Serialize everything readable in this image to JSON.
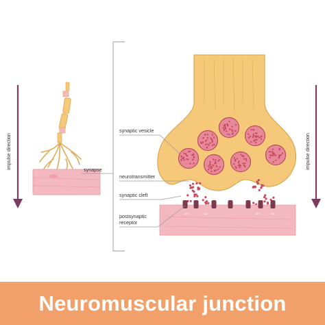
{
  "title": "Neuromuscular junction",
  "labels": {
    "synapse": "synapse",
    "synaptic_vesicle": "synaptic vesicle",
    "neurotransmitter": "neurotransmitter",
    "synaptic_cleft": "synaptic cleft",
    "postsynaptic_receptor_line1": "postsynaptic",
    "postsynaptic_receptor_line2": "receptor",
    "impulse_direction_left": "impulse direction",
    "impulse_direction_right": "impulse direction",
    "ion_label": "Na⁺"
  },
  "colors": {
    "terminal_fill": "#f6c97a",
    "terminal_stroke": "#d8a24a",
    "vesicle_fill": "#e8899a",
    "vesicle_stroke": "#b84a5e",
    "neurotransmitter": "#c44a5e",
    "muscle_fill": "#f4b8c0",
    "receptor": "#7a3b4e",
    "arrow": "#7a3b5e",
    "banner": "#f2a06a",
    "leader_line": "#9a9a9a"
  },
  "icons": {
    "arrow_left": "down-arrow-icon",
    "arrow_right": "down-arrow-icon"
  }
}
